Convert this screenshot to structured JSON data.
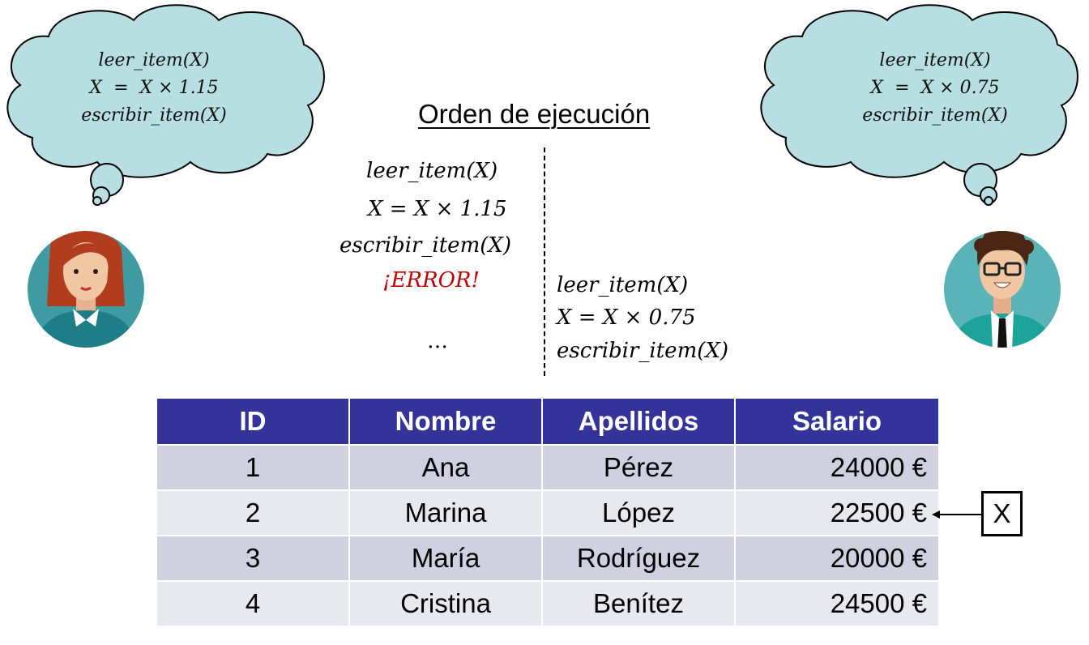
{
  "left_cloud": {
    "line1": "leer_item(X)",
    "line2": "X  =  X × 1.15",
    "line3": "escribir_item(X)"
  },
  "right_cloud": {
    "line1": "leer_item(X)",
    "line2": "X  =  X × 0.75",
    "line3": "escribir_item(X)"
  },
  "title": "Orden de ejecución",
  "left_steps": {
    "read": "leer_item(X)",
    "compute": "X = X × 1.15",
    "write": "escribir_item(X)",
    "error": "¡ERROR!",
    "ellipsis": "…"
  },
  "right_steps": {
    "read": "leer_item(X)",
    "compute": "X = X × 0.75",
    "write": "escribir_item(X)"
  },
  "table": {
    "headers": [
      "ID",
      "Nombre",
      "Apellidos",
      "Salario"
    ],
    "rows": [
      [
        "1",
        "Ana",
        "Pérez",
        "24000 €"
      ],
      [
        "2",
        "Marina",
        "López",
        "22500 €"
      ],
      [
        "3",
        "María",
        "Rodríguez",
        "20000 €"
      ],
      [
        "4",
        "Cristina",
        "Benítez",
        "24500 €"
      ]
    ]
  },
  "pointer_label": "X",
  "colors": {
    "cloud_fill": "#b7dfe1",
    "header_bg": "#333399",
    "row_odd": "#cfd0e0",
    "row_even": "#e8e9ef",
    "error": "#c00000"
  }
}
